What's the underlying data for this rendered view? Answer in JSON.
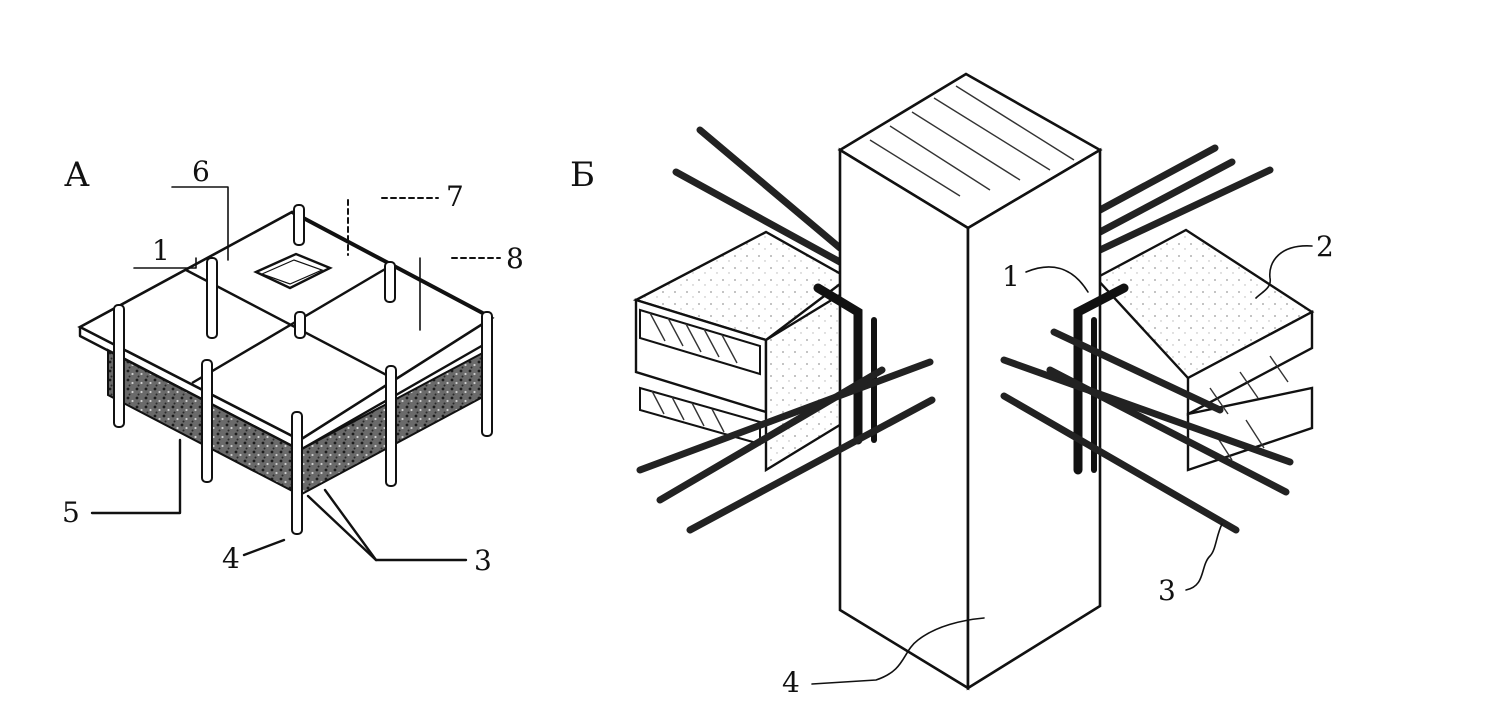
{
  "figure_a": {
    "letter": "А",
    "callouts": {
      "c1": "1",
      "c3": "3",
      "c4": "4",
      "c5": "5",
      "c6": "6",
      "c7": "7",
      "c8": "8"
    }
  },
  "figure_b": {
    "letter": "Б",
    "callouts": {
      "c1": "1",
      "c2": "2",
      "c3": "3",
      "c4": "4"
    }
  },
  "colors": {
    "ink": "#111111",
    "paper": "#ffffff",
    "concrete": "#e9e9e9",
    "fill_dark": "#555555"
  }
}
